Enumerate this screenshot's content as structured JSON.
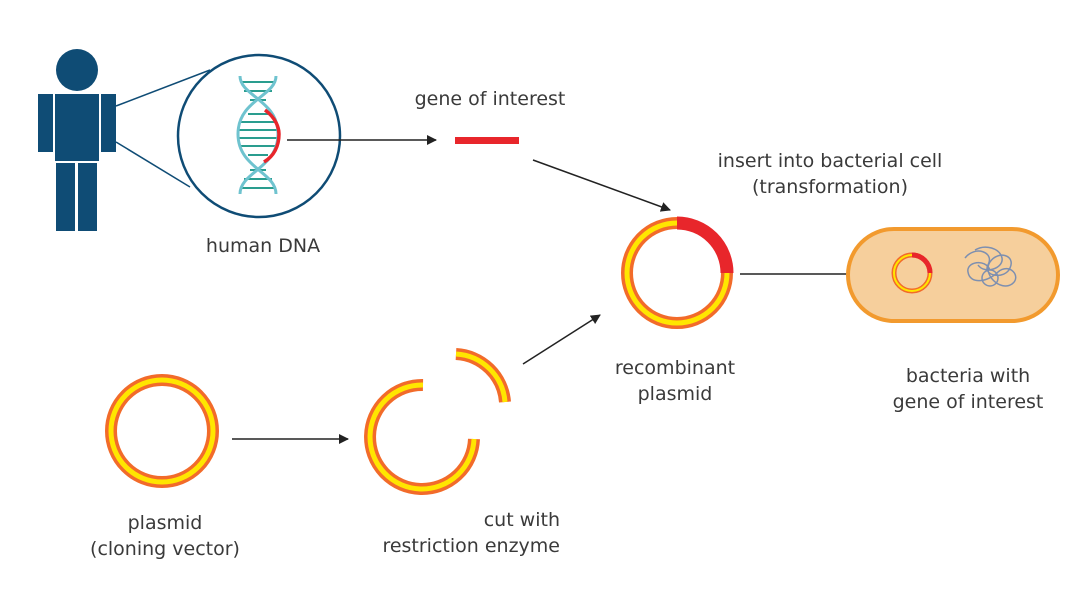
{
  "labels": {
    "human_dna": "human DNA",
    "gene_of_interest": "gene of interest",
    "insert_line1": "insert into bacterial cell",
    "insert_line2": "(transformation)",
    "recombinant_line1": "recombinant",
    "recombinant_line2": "plasmid",
    "bacteria_line1": "bacteria with",
    "bacteria_line2": "gene of interest",
    "plasmid_line1": "plasmid",
    "plasmid_line2": "(cloning vector)",
    "cut_line1": "cut with",
    "cut_line2": "restriction enzyme"
  },
  "colors": {
    "human": "#0f4c75",
    "dna_strand": "#6fc3cf",
    "dna_rung": "#2a9d8f",
    "gene": "#e8262b",
    "plasmid_outer": "#f26b2a",
    "plasmid_inner": "#ffe600",
    "cell_fill": "#f6cf9c",
    "cell_border": "#f29a2e",
    "chromosome": "#7d8fb0",
    "arrow": "#222222"
  }
}
